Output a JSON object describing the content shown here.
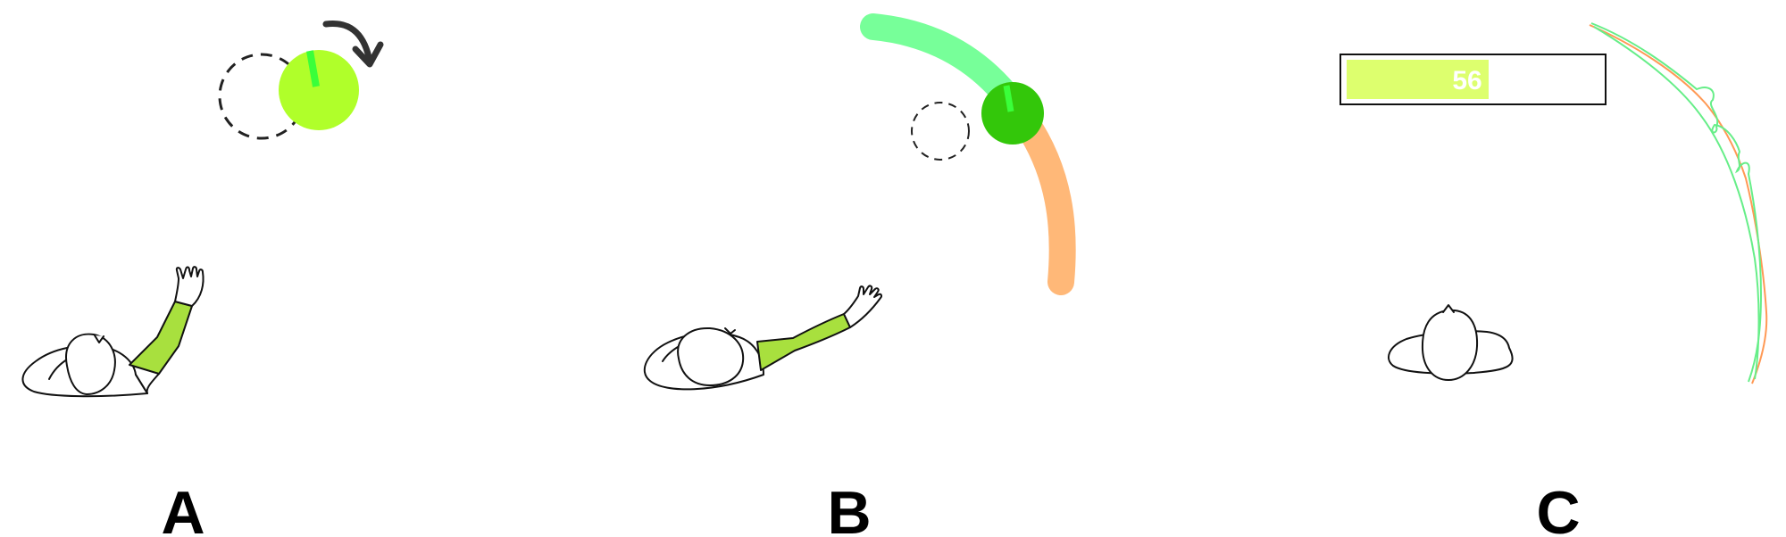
{
  "panels": [
    {
      "label": "A"
    },
    {
      "label": "B"
    },
    {
      "label": "C"
    }
  ],
  "score": {
    "value": "56",
    "progress": 0.56
  },
  "colors": {
    "lime_target": "#b0ff2a",
    "arm_highlight": "#a8e03e",
    "green_cursor": "#33c70a",
    "green_marker": "#3aff3a",
    "green_arc": "#77ff99",
    "orange_arc": "#ffb878",
    "score_fill": "#ddff6e",
    "arrow": "#333333",
    "dashed_circle": "#222222",
    "trace_green": "#66ee88",
    "trace_orange": "#ff9955"
  },
  "icons": [
    "rotation-arrow-icon",
    "dashed-circle-icon",
    "person-top-view-icon"
  ]
}
